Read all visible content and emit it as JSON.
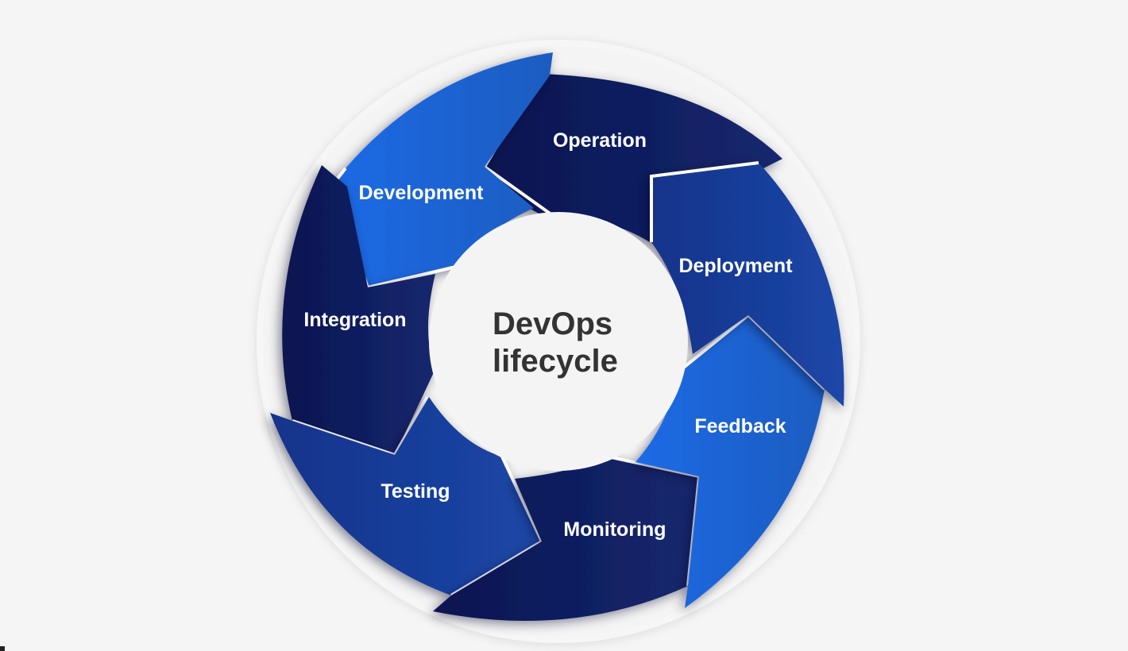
{
  "diagram": {
    "title_line1": "DevOps",
    "title_line2": "lifecycle",
    "colors": {
      "background": "#f5f5f5",
      "navy": "#0f1a57",
      "medium_blue": "#1a3e9e",
      "bright_blue": "#1f66dd",
      "label": "#ffffff",
      "title": "#333333"
    },
    "segments": [
      {
        "id": "development",
        "label": "Development",
        "color": "bright"
      },
      {
        "id": "operation",
        "label": "Operation",
        "color": "navy"
      },
      {
        "id": "deployment",
        "label": "Deployment",
        "color": "medium"
      },
      {
        "id": "feedback",
        "label": "Feedback",
        "color": "bright"
      },
      {
        "id": "monitoring",
        "label": "Monitoring",
        "color": "navy"
      },
      {
        "id": "testing",
        "label": "Testing",
        "color": "medium"
      },
      {
        "id": "integration",
        "label": "Integration",
        "color": "navy"
      }
    ]
  }
}
